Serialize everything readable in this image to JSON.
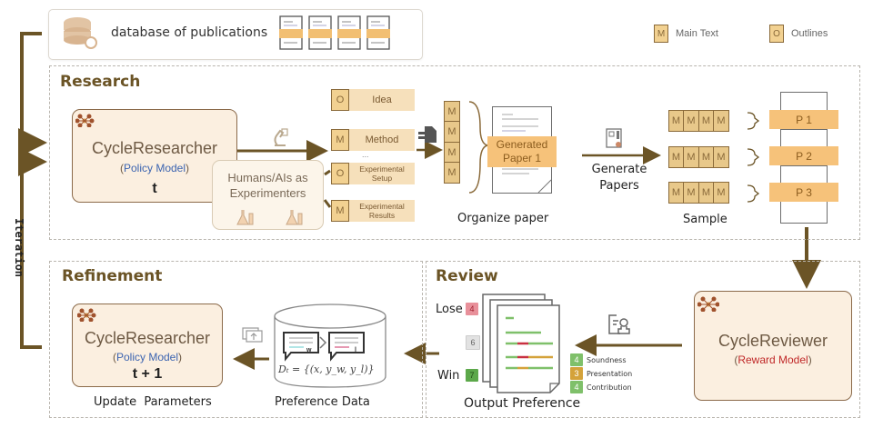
{
  "database": {
    "label": "database of publications",
    "icon": "database-search-icon",
    "doc_count": 4
  },
  "legend": {
    "items": [
      {
        "symbol": "M",
        "label": "Main Text"
      },
      {
        "symbol": "O",
        "label": "Outlines"
      }
    ]
  },
  "iteration_label": "Iteration",
  "research": {
    "title": "Research",
    "researcher": {
      "name": "CycleResearcher",
      "paren_open": "(",
      "role": "Policy Model",
      "paren_close": ")",
      "time": "t"
    },
    "experimenters": {
      "line1": "Humans/AIs as",
      "line2": "Experimenters"
    },
    "outputs": [
      {
        "tag": "O",
        "label": "Idea"
      },
      {
        "tag": "M",
        "label": "Method"
      },
      {
        "tag": "O",
        "label": "Experimental Setup"
      },
      {
        "tag": "M",
        "label": "Experimental Results"
      }
    ],
    "ellipsis": "...",
    "organize_column": [
      "M",
      "M",
      "M",
      "M"
    ],
    "generated_paper": {
      "line1": "Generated",
      "line2": "Paper 1"
    },
    "organize_label": "Organize paper",
    "generate_label_line1": "Generate",
    "generate_label_line2": "Papers",
    "sample_rows": [
      {
        "cells": [
          "M",
          "M",
          "M",
          "M"
        ],
        "paper": "P 1"
      },
      {
        "cells": [
          "M",
          "M",
          "M",
          "M"
        ],
        "paper": "P 2"
      },
      {
        "cells": [
          "M",
          "M",
          "M",
          "M"
        ],
        "paper": "P 3"
      }
    ],
    "sample_label": "Sample"
  },
  "review": {
    "title": "Review",
    "reviewer": {
      "name": "CycleReviewer",
      "paren_open": "(",
      "role": "Reward Model",
      "paren_close": ")"
    },
    "scores": [
      {
        "label": "Lose",
        "value": "4",
        "color": "#e8909a"
      },
      {
        "label": "",
        "value": "6",
        "color": "#e2e2e2"
      },
      {
        "label": "Win",
        "value": "7",
        "color": "#5ca84a"
      }
    ],
    "criteria": [
      {
        "value": "4",
        "label": "Soundness",
        "color": "#7fc06a"
      },
      {
        "value": "3",
        "label": "Presentation",
        "color": "#d4a23a"
      },
      {
        "value": "4",
        "label": "Contribution",
        "color": "#7fc06a"
      }
    ],
    "output_label": "Output Preference"
  },
  "refinement": {
    "title": "Refinement",
    "researcher": {
      "name": "CycleResearcher",
      "paren_open": "(",
      "role": "Policy Model",
      "paren_close": ")",
      "time": "t + 1"
    },
    "update_label": "Update  Parameters",
    "preference": {
      "formula": "Dₜ = {(x, y_w, y_l)}",
      "win_tag": "w",
      "lose_tag": "l",
      "compare": ">",
      "label": "Preference Data"
    }
  },
  "colors": {
    "arrow": "#6b5426",
    "box_fill": "#fbefe0",
    "band": "#f6c27a",
    "blue": "#3c64b0",
    "red": "#c02828"
  }
}
